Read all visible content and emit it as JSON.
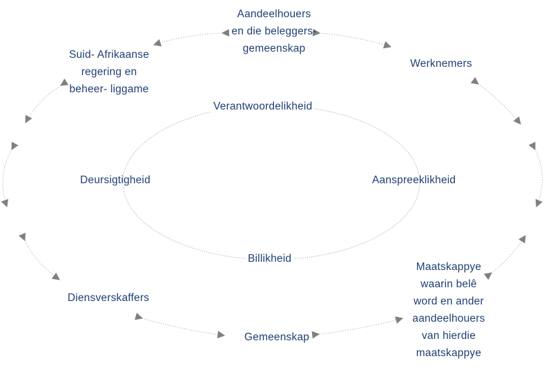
{
  "colors": {
    "text": "#1f3f73",
    "dotted_line": "#9a9a9a",
    "arrowhead": "#808080"
  },
  "core_values": {
    "top": "Verantwoordelikheid",
    "left": "Deursigtigheid",
    "right": "Aanspreeklikheid",
    "bottom": "Billikheid"
  },
  "stakeholders": {
    "shareholders": [
      "Aandeelhouers",
      "en die beleggers-",
      "gemeenskap"
    ],
    "employees": [
      "Werknemers"
    ],
    "investee_companies": [
      "Maatskappye",
      "waarin belê",
      "word en ander",
      "aandeelhouers",
      "van hierdie",
      "maatskappye"
    ],
    "community": [
      "Gemeenskap"
    ],
    "service_providers": [
      "Diensverskaffers"
    ],
    "government": [
      "Suid- Afrikaanse",
      "regering en",
      "beheer- liggame"
    ]
  }
}
